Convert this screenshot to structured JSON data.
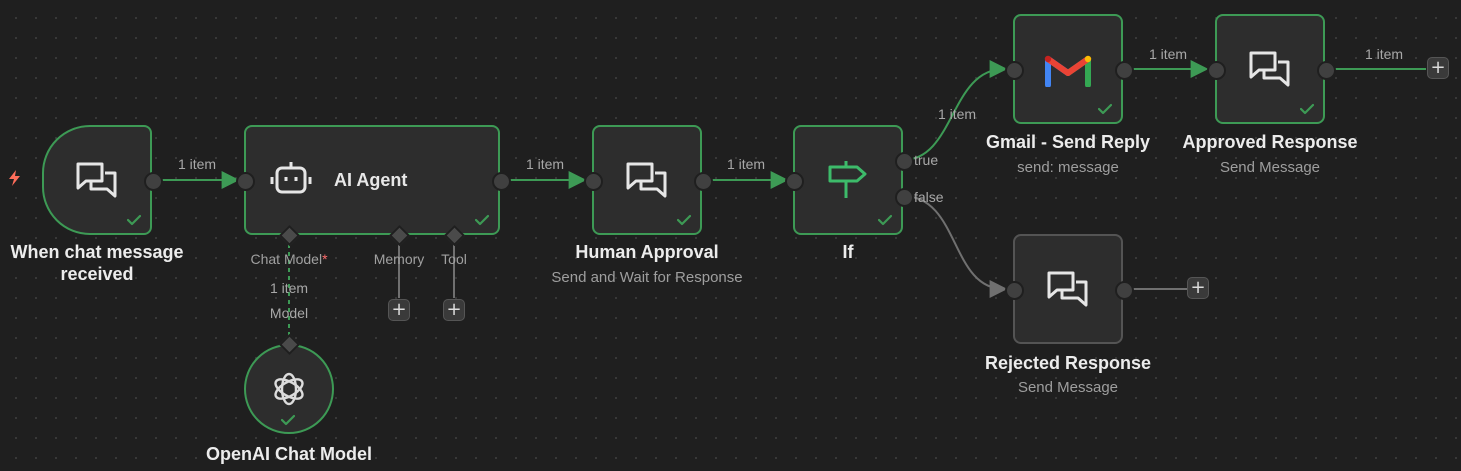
{
  "nodes": {
    "trigger": {
      "label": "When chat message received",
      "icon": "chat-message-icon"
    },
    "agent": {
      "label": "AI Agent",
      "icon": "robot-icon",
      "ports": {
        "chat_model": "Chat Model",
        "chat_model_required": "*",
        "memory": "Memory",
        "tool": "Tool"
      }
    },
    "openai": {
      "label": "OpenAI Chat Model",
      "icon": "openai-icon"
    },
    "human_approval": {
      "label": "Human Approval",
      "subtitle": "Send and Wait for Response",
      "icon": "chat-message-icon"
    },
    "if_node": {
      "label": "If",
      "icon": "signpost-icon",
      "outputs": {
        "true_label": "true",
        "false_label": "false"
      }
    },
    "gmail": {
      "label": "Gmail - Send Reply",
      "subtitle": "send: message",
      "icon": "gmail-icon"
    },
    "approved": {
      "label": "Approved Response",
      "subtitle": "Send Message",
      "icon": "chat-message-icon"
    },
    "rejected": {
      "label": "Rejected Response",
      "subtitle": "Send Message",
      "icon": "chat-message-icon"
    }
  },
  "edges": {
    "trigger_to_agent": "1 item",
    "agent_to_approval": "1 item",
    "approval_to_if": "1 item",
    "if_to_gmail": "1 item",
    "gmail_to_approved": "1 item",
    "approved_out": "1 item",
    "model_link": "1 item",
    "model_link_sub": "Model"
  },
  "controls": {
    "add_symbol": "+"
  },
  "colors": {
    "success": "#3d9a55",
    "edge_active": "#3d9a55",
    "edge_inactive": "#707070",
    "node_bg": "#2d2d2d",
    "canvas_bg": "#1f1f1f",
    "trigger_bolt": "#ff6d5a",
    "required_marker": "#ff6d6d"
  }
}
